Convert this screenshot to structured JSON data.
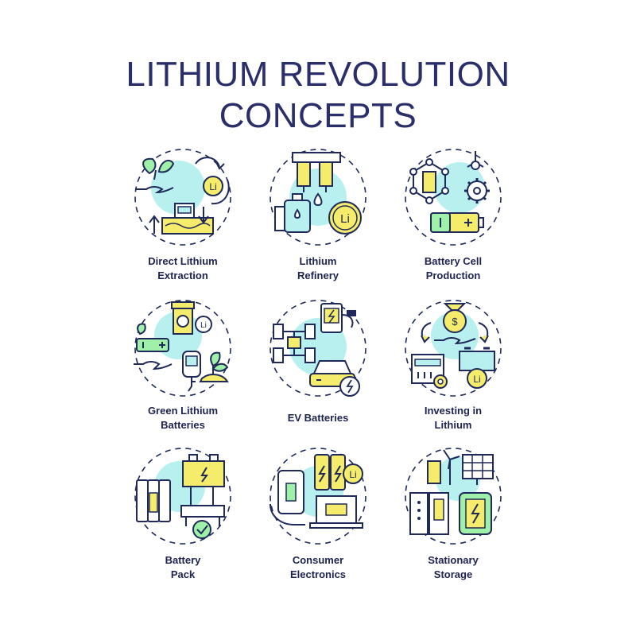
{
  "title": {
    "line1": "LITHIUM REVOLUTION",
    "line2": "CONCEPTS"
  },
  "colors": {
    "navy": "#1f2a5a",
    "cyan": "#a8ecec",
    "yellow": "#f4ec6a",
    "green": "#9ff0a8",
    "text": "#1d2351"
  },
  "concepts": [
    {
      "icon": "direct-lithium-extraction-icon",
      "line1": "Direct Lithium",
      "line2": "Extraction",
      "badge": "Li"
    },
    {
      "icon": "lithium-refinery-icon",
      "line1": "Lithium",
      "line2": "Refinery",
      "badge": "Li"
    },
    {
      "icon": "battery-cell-production-icon",
      "line1": "Battery Cell",
      "line2": "Production"
    },
    {
      "icon": "green-lithium-batteries-icon",
      "line1": "Green Lithium",
      "line2": "Batteries",
      "badge": "Li"
    },
    {
      "icon": "ev-batteries-icon",
      "line1": "EV Batteries",
      "line2": ""
    },
    {
      "icon": "investing-in-lithium-icon",
      "line1": "Investing in",
      "line2": "Lithium",
      "badge": "Li"
    },
    {
      "icon": "battery-pack-icon",
      "line1": "Battery",
      "line2": "Pack"
    },
    {
      "icon": "consumer-electronics-icon",
      "line1": "Consumer",
      "line2": "Electronics",
      "badge": "Li"
    },
    {
      "icon": "stationary-storage-icon",
      "line1": "Stationary",
      "line2": "Storage"
    }
  ]
}
